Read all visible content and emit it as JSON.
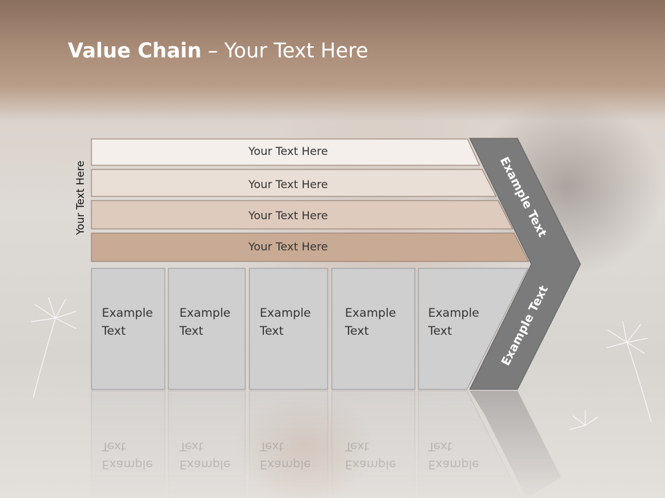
{
  "slide": {
    "title_bold": "Value Chain",
    "title_rest": " – Your Text Here",
    "side_label": "Your Text Here"
  },
  "bars": [
    {
      "label": "Your Text Here",
      "color": "#f4efeb"
    },
    {
      "label": "Your Text Here",
      "color": "#eadfd6"
    },
    {
      "label": "Your Text Here",
      "color": "#dfcbbd"
    },
    {
      "label": "Your Text Here",
      "color": "#c9ab95"
    }
  ],
  "boxes": [
    {
      "line1": "Example",
      "line2": "Text"
    },
    {
      "line1": "Example",
      "line2": "Text"
    },
    {
      "line1": "Example",
      "line2": "Text"
    },
    {
      "line1": "Example",
      "line2": "Text"
    },
    {
      "line1": "Example",
      "line2": "Text"
    }
  ],
  "chevron": {
    "upper_label": "Example Text",
    "lower_label": "Example Text",
    "color": "#7b7b7b"
  },
  "colors": {
    "box_fill": "#cfcfcf",
    "box_stroke": "#9a9a9a",
    "bar_stroke": "#8f7b6e"
  }
}
